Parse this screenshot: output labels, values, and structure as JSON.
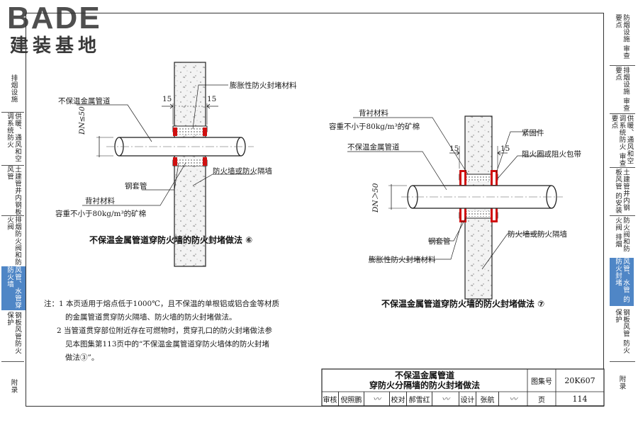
{
  "logo": {
    "latin": "BADE",
    "cn": "建装基地"
  },
  "left_tabs": [
    {
      "label": "排烟设施",
      "active": false
    },
    {
      "label": "供暖、通风和空调系统防火",
      "active": false
    },
    {
      "label": "土建管井内钢板风管",
      "active": false
    },
    {
      "label": "排烟防火阀和防火阀",
      "active": false
    },
    {
      "label": "风管、水管穿防火墙",
      "active": true
    },
    {
      "label": "钢板风管防火保护",
      "active": false
    },
    {
      "label": "附录",
      "active": false
    }
  ],
  "right_tabs": [
    {
      "label": "审查要点",
      "sub": "防烟设施",
      "active": false
    },
    {
      "label": "审查要点",
      "sub": "排烟设施",
      "active": false
    },
    {
      "label": "审查要点",
      "sub": "供暖、通风和空调系统防火",
      "active": false
    },
    {
      "label": "的安装",
      "sub": "土建管井内钢板风管",
      "active": false
    },
    {
      "label": "排烟",
      "sub": "防火阀和防火阀",
      "active": false
    },
    {
      "label": "的防火封堵",
      "sub": "风管、水管",
      "active": true
    },
    {
      "label": "防火保护",
      "sub": "钢板风管",
      "active": false
    },
    {
      "label": "附录",
      "sub": "",
      "active": false
    }
  ],
  "diagram6": {
    "label_material": "膨胀性防火封堵材料",
    "label_pipe": "不保温金属管道",
    "dim_left": "15",
    "dim_right": "15",
    "dim_dn": "DN≤50",
    "label_sleeve": "钢套管",
    "label_wall": "防火墙或防火隔墙",
    "label_backing": "背衬材料",
    "label_density": "容重不小于80kg/m³的矿棉",
    "caption": "不保温金属管道穿防火墙的防火封堵做法 ⑥"
  },
  "diagram7": {
    "label_backing": "背衬材料",
    "label_density": "容重不小于80kg/m³的矿棉",
    "label_pipe": "不保温金属管道",
    "dim_left": "15",
    "dim_right": "15",
    "label_fastener": "紧固件",
    "label_ring": "阻火圈或阻火包带",
    "dim_dn": "DN＞50",
    "label_sleeve": "钢套管",
    "label_wall": "防火墙或防火隔墙",
    "label_material": "膨胀性防火封堵材料",
    "caption": "不保温金属管道穿防火墙的防火封堵做法 ⑦"
  },
  "notes": [
    "注：1  本页适用于熔点低于1000℃，且不保温的单根铝或铝合金等材质",
    "的金属管道贯穿防火隔墙、防火墙的防火封堵做法。",
    "2  当管道贯穿部位附近存在可燃物时，贯穿孔口的防火封堵做法参",
    "见本图集第113页中的“不保温金属管道穿防火墙体的防火封堵",
    "做法③”。"
  ],
  "title_block": {
    "title_line1": "不保温金属管道",
    "title_line2": "穿防火分隔墙的防火封堵做法",
    "atlas_label": "图集号",
    "atlas_no": "20K607",
    "page_label": "页",
    "page_no": "114",
    "review_label": "审核",
    "review_name": "倪照鹏",
    "check_label": "校对",
    "check_name": "郝雪红",
    "design_label": "设计",
    "design_name": "张航"
  },
  "colors": {
    "accent_tab": "#4f86c6",
    "sealant": "#d01010",
    "line": "#222222"
  }
}
